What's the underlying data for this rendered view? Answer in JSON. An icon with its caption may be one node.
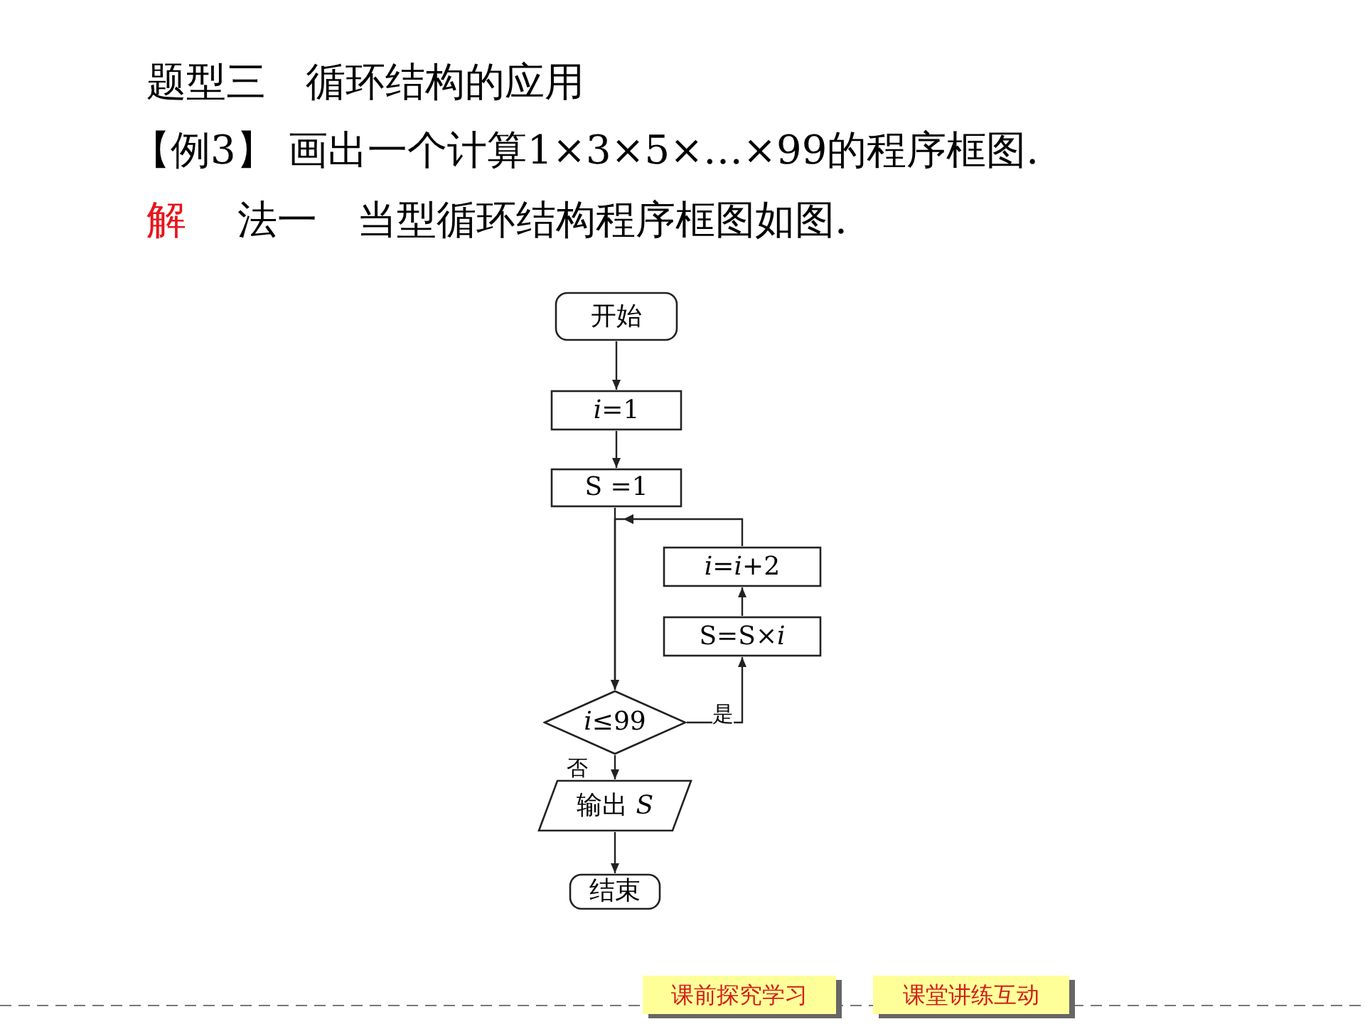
{
  "diagram": {
    "title": "题型三　循环结构的应用",
    "nodes": [
      {
        "text": [
          "开始"
        ]
      },
      {
        "text": [
          "*i*=1"
        ]
      },
      {
        "text": [
          "S =1"
        ]
      },
      {
        "text": [
          "*i*≤99"
        ]
      },
      {
        "text": [
          "S=S×*i*"
        ]
      },
      {
        "text": [
          "*i*=*i*+2"
        ]
      },
      {
        "text": [
          "输出 *S*"
        ]
      },
      {
        "text": [
          "结束"
        ]
      }
    ],
    "edges": [
      {
        "from": 0,
        "to": 1,
        "arrow": "to"
      },
      {
        "from": 1,
        "to": 2,
        "arrow": "to"
      },
      {
        "from": 2,
        "to": 3,
        "arrow": "to"
      },
      {
        "from": 3,
        "to": 4,
        "arrow": "to",
        "label": "是"
      },
      {
        "from": 4,
        "to": 5,
        "arrow": "to"
      },
      {
        "from": 5,
        "to": 3,
        "arrow": "to"
      },
      {
        "from": 3,
        "to": 6,
        "arrow": "to",
        "label": "否"
      },
      {
        "from": 6,
        "to": 7,
        "arrow": "to"
      }
    ],
    "labels": [
      "【例3】 画出一个计算1×3×5×…×99的程序框图.",
      "解",
      "法一　当型循环结构程序框图如图.",
      "课前探究学习",
      "课堂讲练互动"
    ]
  }
}
